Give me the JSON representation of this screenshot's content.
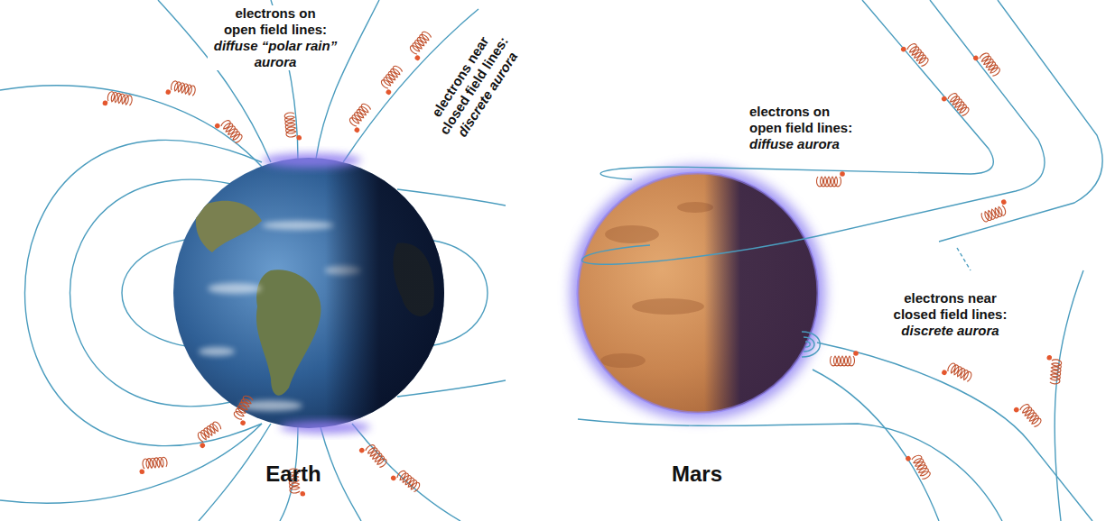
{
  "diagram": {
    "labels": [
      "electrons on open field lines:",
      "diffuse “polar rain” aurora",
      "electrons near closed field lines:",
      "discrete aurora",
      "Earth",
      "electrons on open field lines:",
      "diffuse aurora",
      "electrons near closed field lines:",
      "discrete aurora",
      "Mars"
    ]
  }
}
